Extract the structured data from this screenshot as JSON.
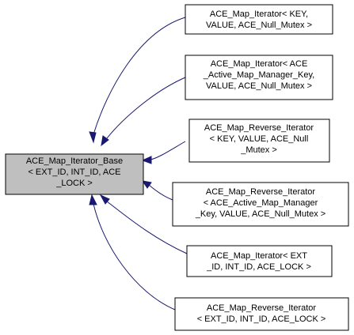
{
  "diagram": {
    "colors": {
      "edge": "#191970",
      "base_fill": "#bfbfbf",
      "node_fill": "#ffffff",
      "border": "#000000"
    },
    "base": {
      "lines": [
        "ACE_Map_Iterator_Base",
        "< EXT_ID, INT_ID, ACE",
        "_LOCK >"
      ]
    },
    "derived": [
      {
        "lines": [
          "ACE_Map_Iterator< KEY,",
          "VALUE, ACE_Null_Mutex >"
        ]
      },
      {
        "lines": [
          "ACE_Map_Iterator< ACE",
          "_Active_Map_Manager_Key,",
          "VALUE, ACE_Null_Mutex >"
        ]
      },
      {
        "lines": [
          "ACE_Map_Reverse_Iterator",
          "< KEY, VALUE, ACE_Null",
          "_Mutex >"
        ]
      },
      {
        "lines": [
          "ACE_Map_Reverse_Iterator",
          "< ACE_Active_Map_Manager",
          "_Key, VALUE, ACE_Null_Mutex >"
        ]
      },
      {
        "lines": [
          "ACE_Map_Iterator< EXT",
          "_ID, INT_ID, ACE_LOCK >"
        ]
      },
      {
        "lines": [
          "ACE_Map_Reverse_Iterator",
          "< EXT_ID, INT_ID, ACE_LOCK >"
        ]
      }
    ]
  }
}
